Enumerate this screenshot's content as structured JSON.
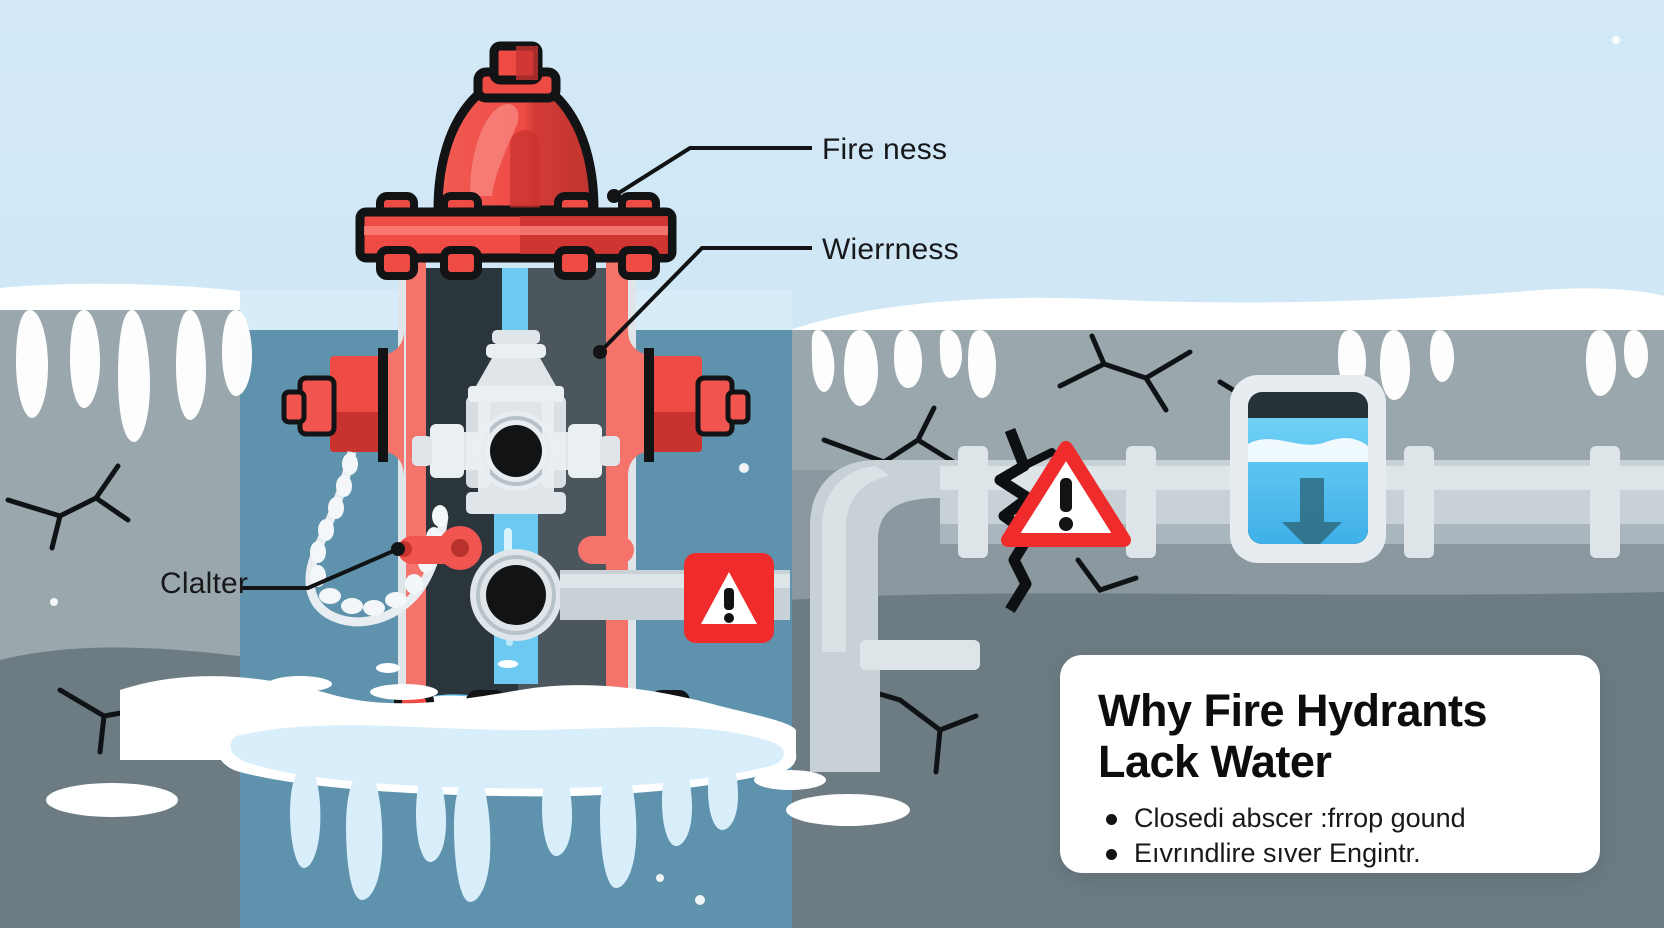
{
  "illustration": {
    "title": "Frozen fire hydrant cutaway diagram",
    "subject": "fire-hydrant-cross-section"
  },
  "callouts": [
    {
      "id": "fire",
      "label": "Fire ness",
      "target": "hydrant-dome-flange"
    },
    {
      "id": "weirdness",
      "label": "Wierrness",
      "target": "hydrant-barrel-wall"
    },
    {
      "id": "clatter",
      "label": "Clalter",
      "target": "operating-nut-lever"
    }
  ],
  "info_card": {
    "title_line_1": "Why Fire Hydrants",
    "title_line_2": "Lack Water",
    "bullets": [
      "Closedi abscer :frrop gound",
      "Eıvrındlire sıver Engintr."
    ]
  },
  "warning_icons": [
    {
      "id": "hydrant-warning",
      "style": "red-square",
      "glyph": "!"
    },
    {
      "id": "pipe-warning",
      "style": "red-outline-triangle",
      "glyph": "!"
    }
  ],
  "colors": {
    "sky": "#cfe7f5",
    "sky_light": "#d7ecf8",
    "ground_upper": "#9aa7ad",
    "ground_lower": "#6d7c83",
    "water_soil": "#5f93ad",
    "hydrant_red": "#ef4444",
    "hydrant_red_dark": "#c62e2e",
    "hydrant_red_light": "#f46d65",
    "hydrant_interior": "#2b353c",
    "valve_grey": "#dfe5e8",
    "pipe_grey": "#c7d1d6",
    "water_blue": "#4fbdf0",
    "snow": "#ffffff",
    "ice": "#cfe9f6",
    "warning_red": "#ef2b2b",
    "card_white": "#ffffff",
    "text_dark": "#111315"
  },
  "scene_elements": {
    "sky": "winter-sky",
    "snow_banks": "snow-layer-over-soil",
    "soil_cracks": "frozen-cracked-ground",
    "hydrant": "cut-away-fire-hydrant",
    "buried_pipe": "cracked-underground-water-main",
    "sight_glass": "water-level-gauge-window",
    "icicles": "hanging-icicles"
  }
}
